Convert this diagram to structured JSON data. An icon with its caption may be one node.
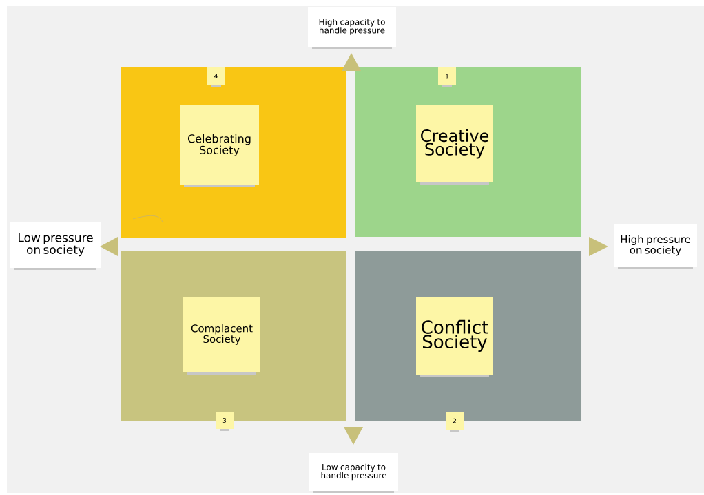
{
  "diagram": {
    "nodes": [
      {
        "text": [
          "High capacity to handle pressure"
        ]
      },
      {
        "text": [],
        "shape": "box"
      },
      {
        "text": [
          "4"
        ],
        "in": 1
      },
      {
        "text": [
          "Celebrating Society"
        ],
        "in": 1
      },
      {
        "text": [],
        "shape": "box"
      },
      {
        "text": [
          "1"
        ],
        "in": 4
      },
      {
        "text": [
          "Creative Society"
        ],
        "in": 4
      },
      {
        "text": [
          "Low pressure on society"
        ]
      },
      {
        "text": [
          "High pressure on society"
        ]
      },
      {
        "text": [],
        "shape": "box"
      },
      {
        "text": [
          "Complacent Society"
        ],
        "in": 9
      },
      {
        "text": [
          "3"
        ],
        "in": 9
      },
      {
        "text": [],
        "shape": "box"
      },
      {
        "text": [
          "Conflict Society"
        ],
        "in": 12
      },
      {
        "text": [
          "2"
        ],
        "in": 12
      },
      {
        "text": [
          "Low capacity to handle pressure"
        ]
      }
    ]
  }
}
